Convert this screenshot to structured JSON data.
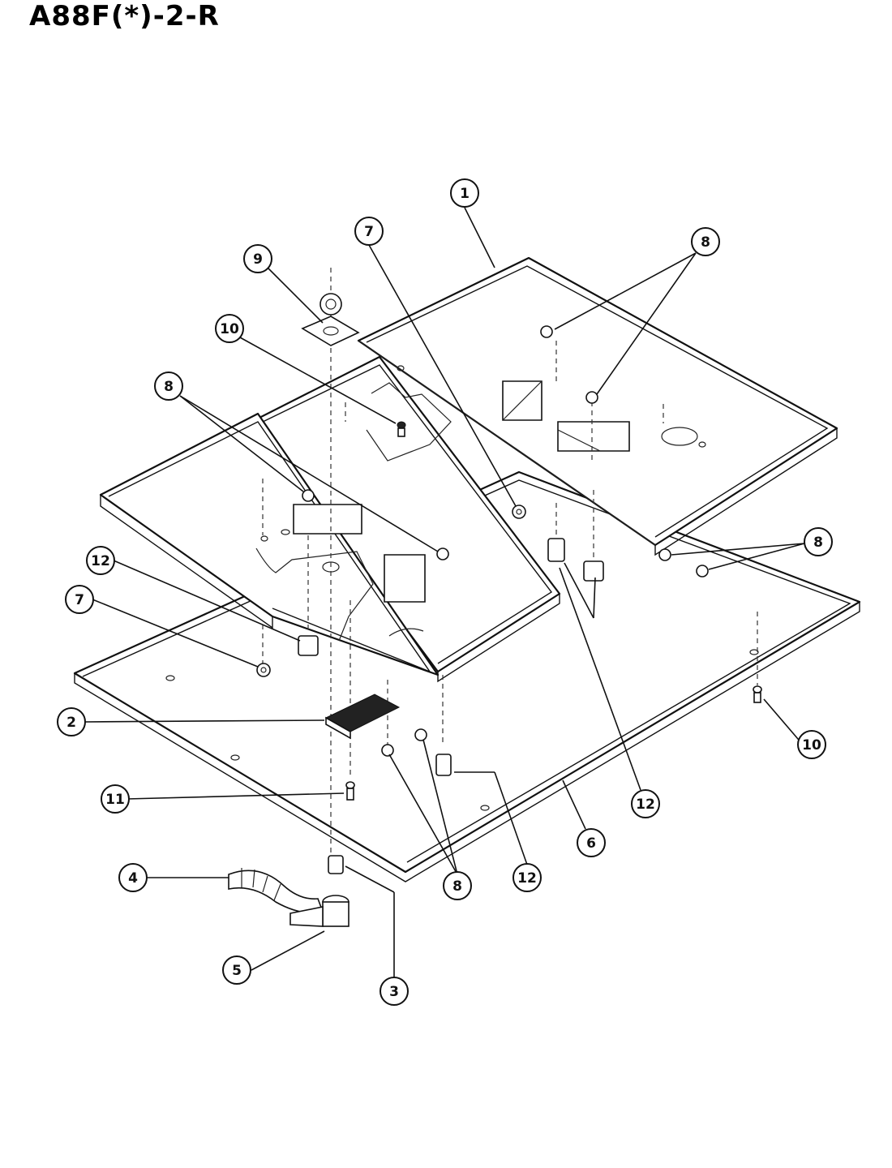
{
  "header": {
    "model": "A88F(*)-2-R"
  },
  "callouts": [
    {
      "id": "c1",
      "label": "1"
    },
    {
      "id": "c2",
      "label": "2"
    },
    {
      "id": "c3",
      "label": "3"
    },
    {
      "id": "c4",
      "label": "4"
    },
    {
      "id": "c5",
      "label": "5"
    },
    {
      "id": "c6",
      "label": "6"
    },
    {
      "id": "c7a",
      "label": "7"
    },
    {
      "id": "c7b",
      "label": "7"
    },
    {
      "id": "c8a",
      "label": "8"
    },
    {
      "id": "c8b",
      "label": "8"
    },
    {
      "id": "c8c",
      "label": "8"
    },
    {
      "id": "c8d",
      "label": "8"
    },
    {
      "id": "c9",
      "label": "9"
    },
    {
      "id": "c10a",
      "label": "10"
    },
    {
      "id": "c10b",
      "label": "10"
    },
    {
      "id": "c11",
      "label": "11"
    },
    {
      "id": "c12a",
      "label": "12"
    },
    {
      "id": "c12b",
      "label": "12"
    },
    {
      "id": "c12c",
      "label": "12"
    }
  ]
}
